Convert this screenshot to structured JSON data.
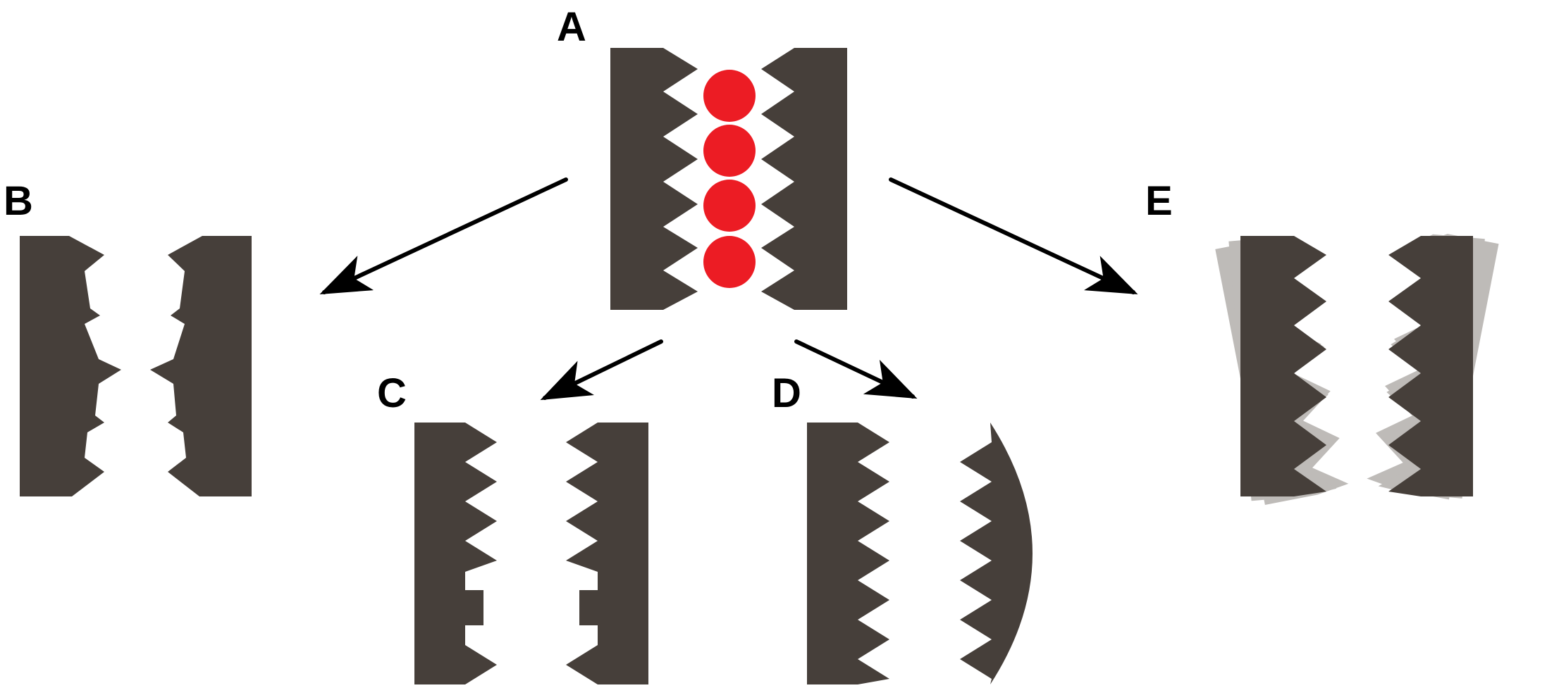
{
  "panels": {
    "a": {
      "label": "A"
    },
    "b": {
      "label": "B"
    },
    "c": {
      "label": "C"
    },
    "d": {
      "label": "D"
    },
    "e": {
      "label": "E"
    }
  },
  "colors": {
    "jaw": "#463f3a",
    "particle": "#ec1c24",
    "ghost_jaw": "#8a847f",
    "arrow": "#000000",
    "background": "#ffffff"
  },
  "particles_count": 4
}
